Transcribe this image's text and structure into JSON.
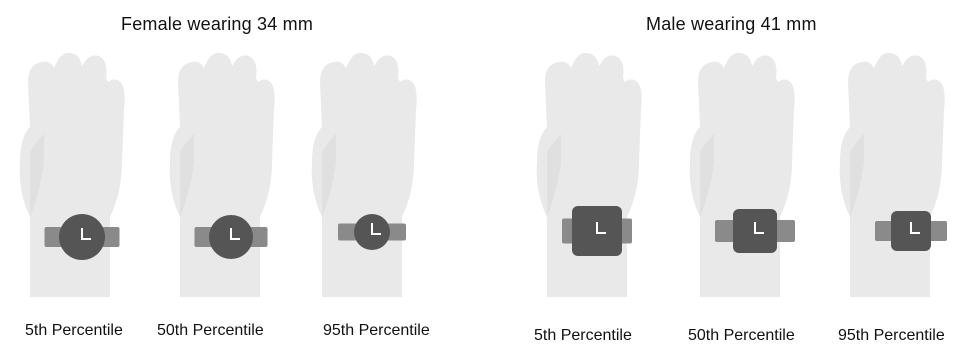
{
  "groups": [
    {
      "title": "Female wearing 34 mm",
      "watch_shape": "round",
      "figures": [
        {
          "label": "5th Percentile",
          "watch_icon": "clock-icon"
        },
        {
          "label": "50th Percentile",
          "watch_icon": "clock-icon"
        },
        {
          "label": "95th Percentile",
          "watch_icon": "clock-icon"
        }
      ]
    },
    {
      "title": "Male wearing 41 mm",
      "watch_shape": "square",
      "figures": [
        {
          "label": "5th Percentile",
          "watch_icon": "clock-icon"
        },
        {
          "label": "50th Percentile",
          "watch_icon": "clock-icon"
        },
        {
          "label": "95th Percentile",
          "watch_icon": "clock-icon"
        }
      ]
    }
  ],
  "colors": {
    "hand": "#e9e9e9",
    "hand_shadow": "#dcdcdc",
    "strap": "#8a8a8a",
    "watch_body": "#555555",
    "watch_hands": "#ffffff"
  }
}
